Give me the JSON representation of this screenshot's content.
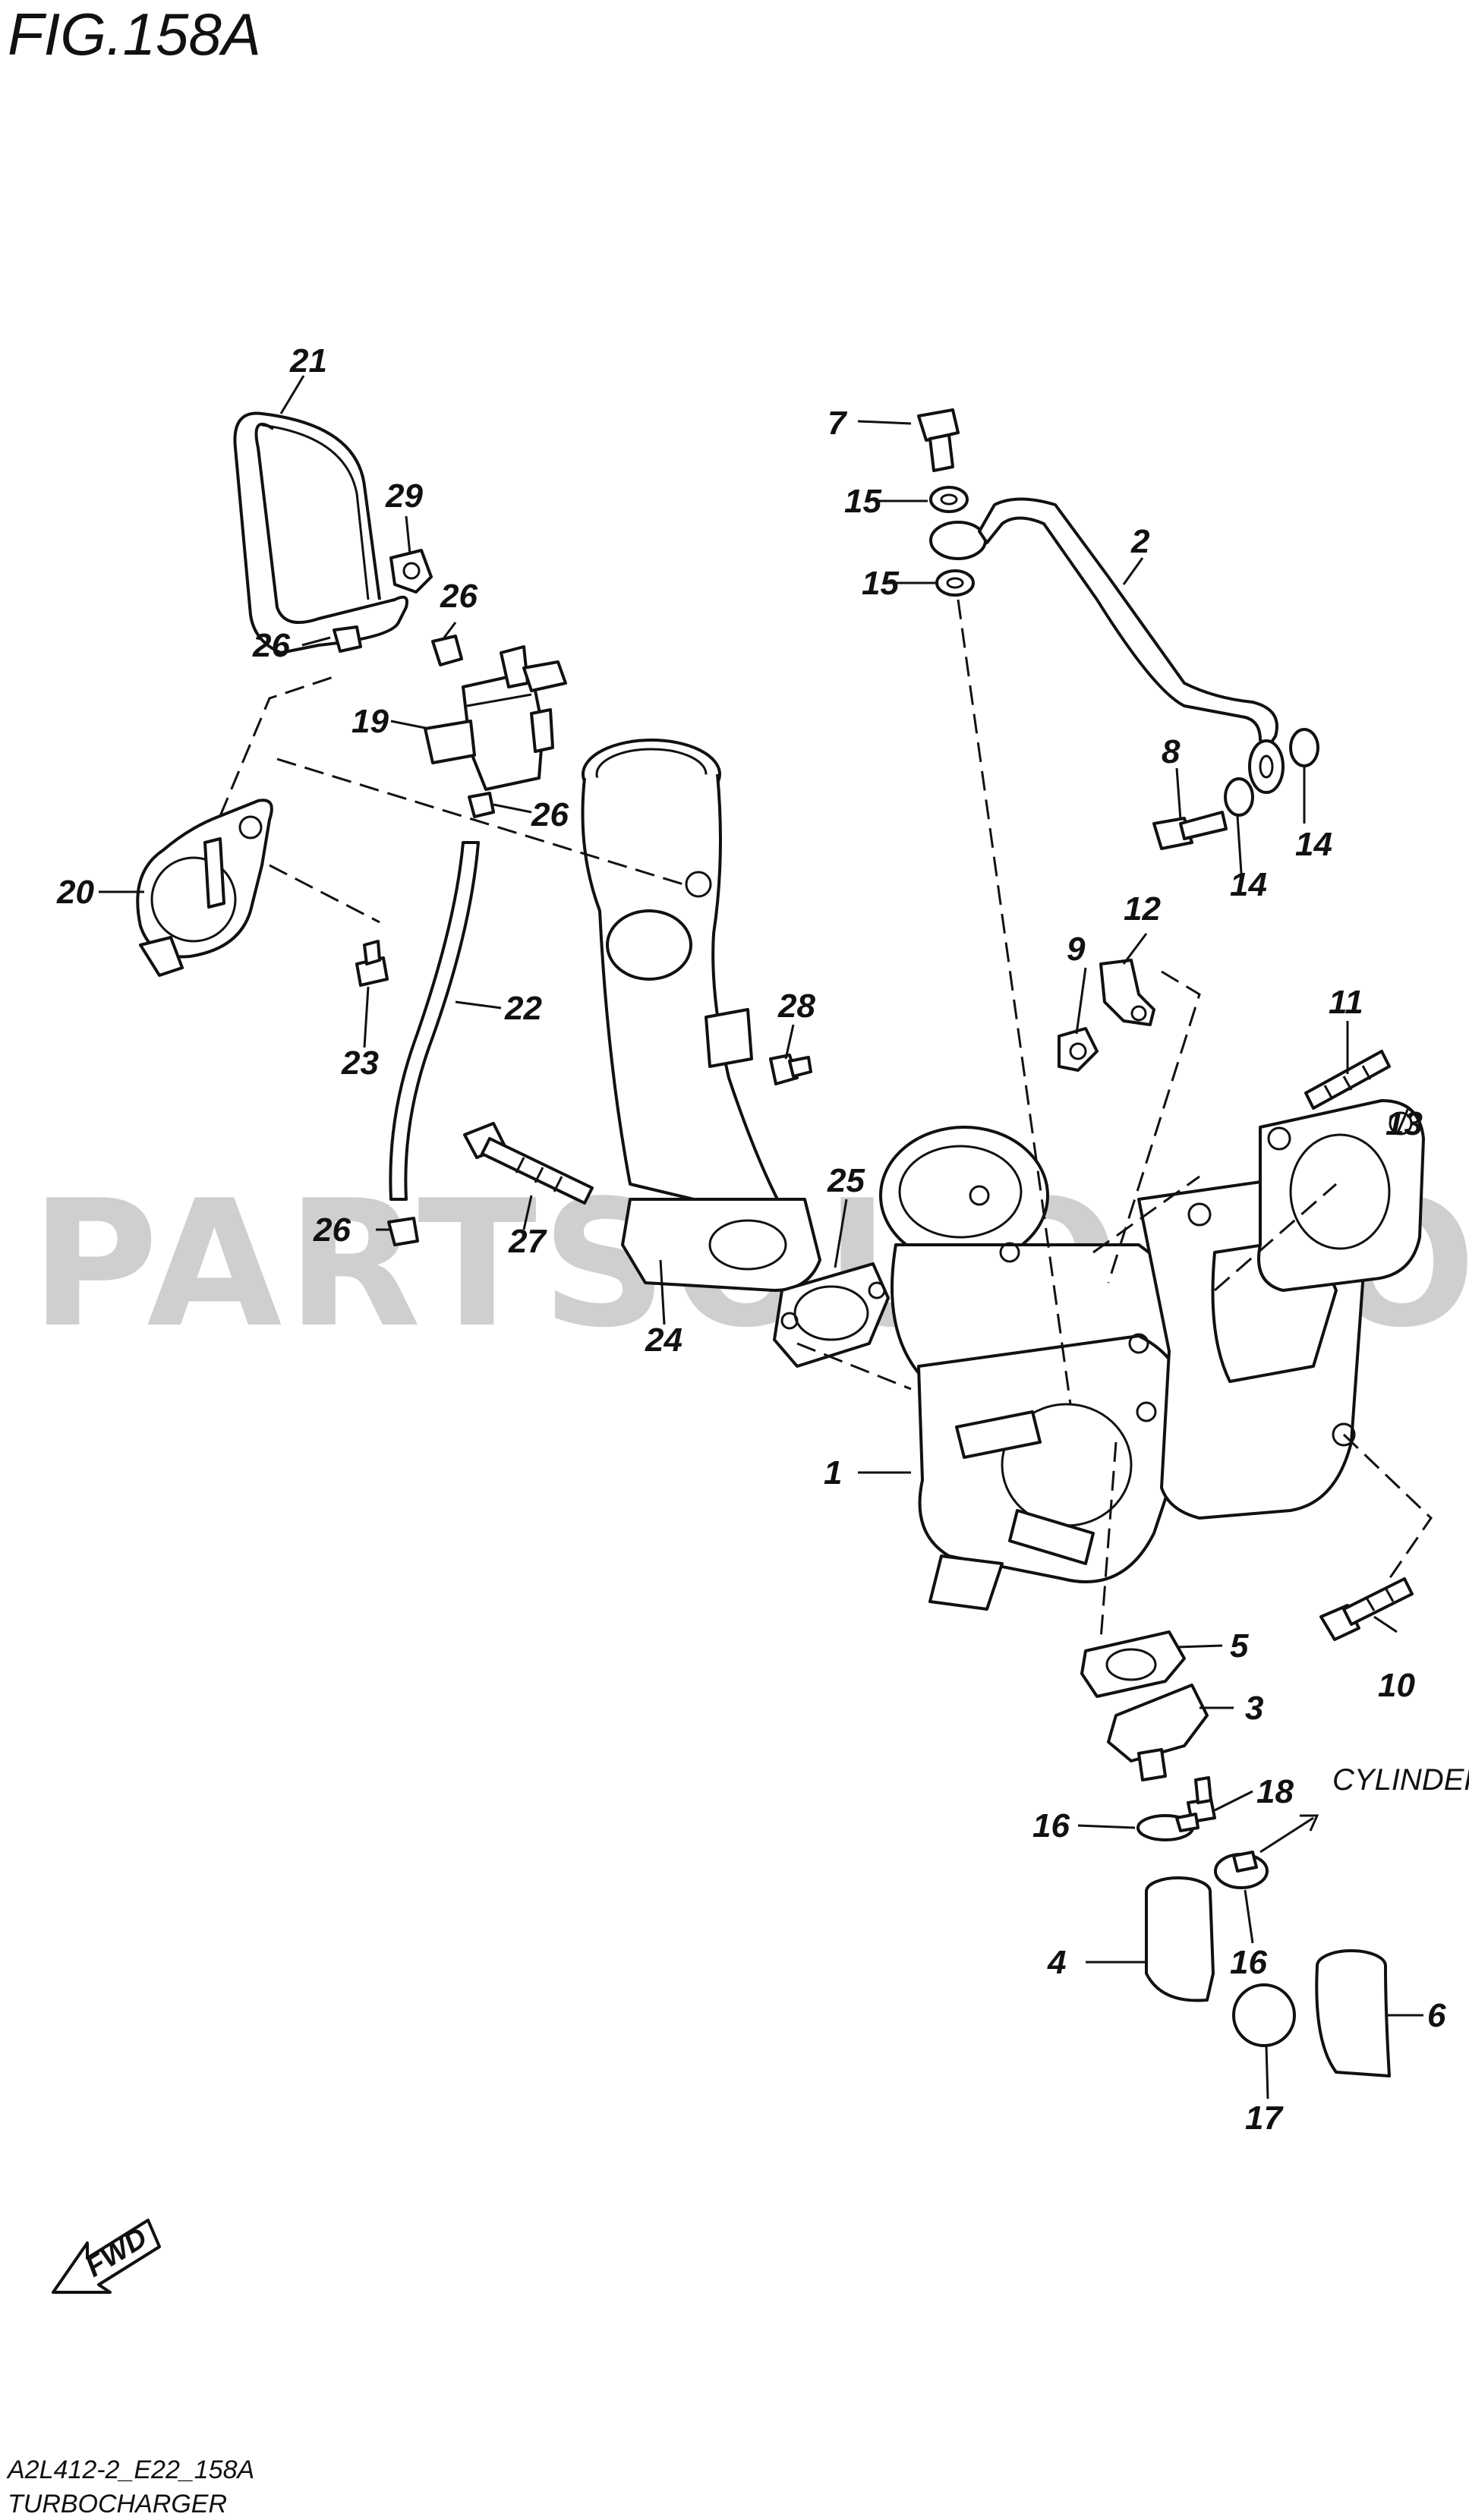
{
  "figure": {
    "title": "FIG.158A",
    "code": "A2L412-2_E22_158A",
    "name": "TURBOCHARGER",
    "watermark": "PARTSOUQ.COM",
    "note_direction": "CYLINDER",
    "fwd_label": "FWD"
  },
  "callouts": {
    "c1": "1",
    "c2": "2",
    "c3": "3",
    "c4": "4",
    "c5": "5",
    "c6": "6",
    "c7": "7",
    "c8": "8",
    "c9": "9",
    "c10": "10",
    "c11": "11",
    "c12": "12",
    "c13": "13",
    "c14a": "14",
    "c14b": "14",
    "c15a": "15",
    "c15b": "15",
    "c16a": "16",
    "c16b": "16",
    "c17": "17",
    "c18": "18",
    "c19": "19",
    "c20": "20",
    "c21": "21",
    "c22": "22",
    "c23": "23",
    "c26a": "26",
    "c26b": "26",
    "c26c": "26",
    "c26d": "26",
    "c24": "24",
    "c25": "25",
    "c27": "27",
    "c28": "28",
    "c29": "29"
  },
  "icons": [
    "fwd-arrow-icon",
    "direction-arrow-icon"
  ]
}
